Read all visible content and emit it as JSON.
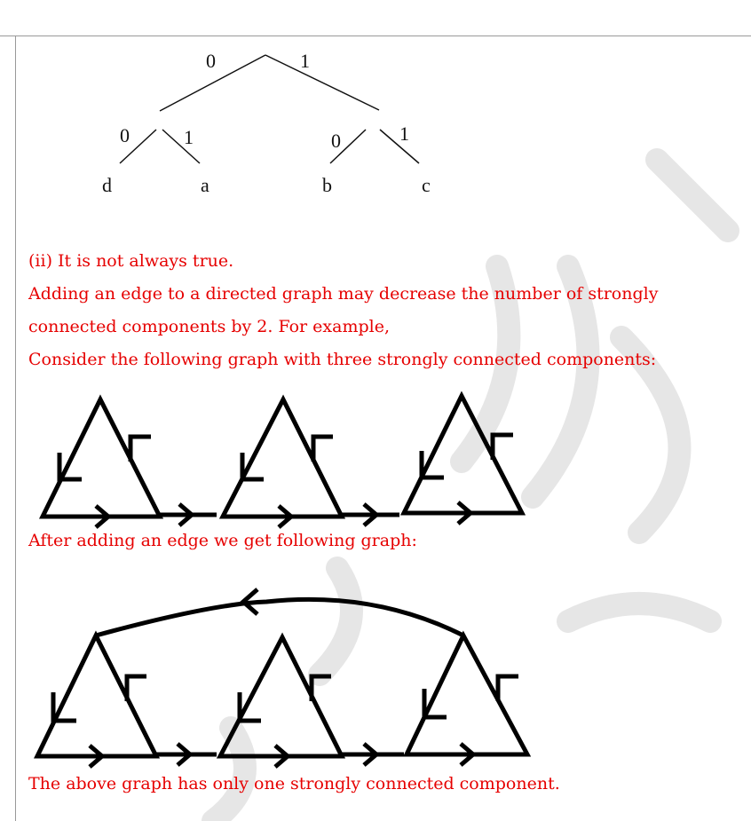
{
  "tree": {
    "root_left_edge": "0",
    "root_right_edge": "1",
    "left_left_edge": "0",
    "left_right_edge": "1",
    "right_left_edge": "0",
    "right_right_edge": "1",
    "leaves": [
      "d",
      "a",
      "b",
      "c"
    ]
  },
  "text": {
    "line1": "(ii) It is not always true.",
    "line2": "Adding an edge to a directed graph may decrease the number of strongly",
    "line3": "connected components by 2. For example,",
    "line4": "Consider the following graph with three strongly connected components:",
    "line5": "After adding an edge we get following graph:",
    "line6": "The above graph has only one strongly connected component."
  }
}
